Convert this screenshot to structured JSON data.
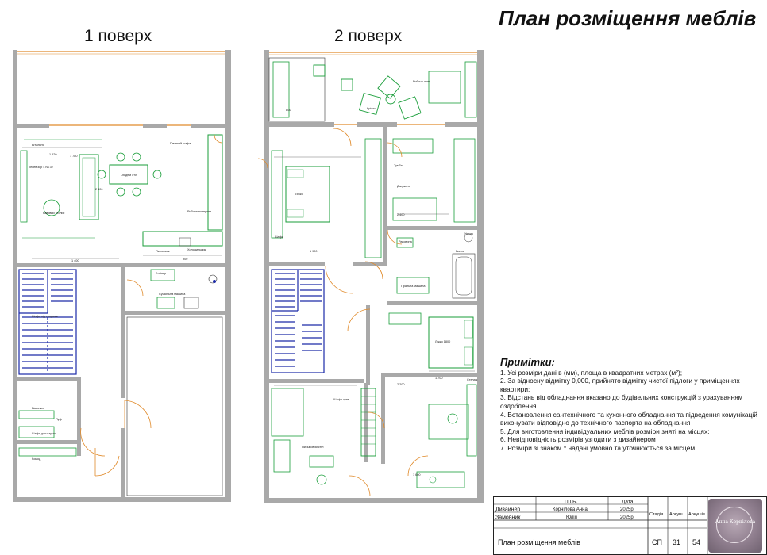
{
  "floor_labels": {
    "first": "1 поверх",
    "second": "2 поверх"
  },
  "title": "План розміщення меблів",
  "notes": {
    "heading": "Примітки:",
    "items": [
      "1. Усі розміри дані в (мм), площа в квадратних метрах (м²);",
      "2. За відносну відмітку 0,000, прийнято відмітку чистої підлоги у приміщеннях квартири;",
      "3. Відстань від обладнання вказано до будівельних конструкцій з урахуванням оздоблення.",
      "4. Встановлення сантехнічного та кухонного обладнання та підведення комунікацій виконувати відповідно до технічного паспорта на обладнання",
      "5. Для виготовлення індивідуальних меблів розміри зняті на місцях;",
      "6. Невідповідність розмірів узгодити з дизайнером",
      "7. Розміри зі знаком * надані умовно та уточнюються за місцем"
    ]
  },
  "title_block": {
    "col_name": "П.І.Б.",
    "col_date": "Дата",
    "designer_role": "Дизайнер",
    "designer_name": "Корнілова Анна",
    "designer_date": "2025р",
    "client_role": "Замовник",
    "client_name": "Юлія",
    "client_date": "2025р",
    "stage_label": "Стадія",
    "sheet_label": "Аркуш",
    "sheets_label": "Аркушів",
    "drawing_name": "План розміщення меблів",
    "stage": "СП",
    "sheet": "31",
    "sheets": "54"
  },
  "logo_text": "Анна Корнілова",
  "plan_labels_first": [
    "Вітальня",
    "1 780",
    "Обідній стіл",
    "Телевізор 4 на 32",
    "Гаманий шафа",
    "Кавовий столик",
    "Робоча поверхня",
    "Холодильник",
    "Пилосмок",
    "Бойлер",
    "Сушильна машина",
    "Шафа під сходами",
    "Шафа для взуття",
    "Вішалка",
    "Пуф",
    "Комод",
    "1 520",
    "2 300",
    "900",
    "1 400"
  ],
  "plan_labels_second": [
    "Ліжко",
    "Робоча зона",
    "Крісло",
    "Шафа",
    "Тумба",
    "Дзеркало",
    "Ванна",
    "Раковина",
    "Унітаз",
    "Пральна машина",
    "Письмовий стіл",
    "Ліжко 1800",
    "2 400",
    "1 700",
    "1 900",
    "Стелаж",
    "Шафа-купе",
    "2 200",
    "1 600",
    "800"
  ],
  "colors": {
    "wall": "#a9a9a9",
    "stair": "#1c2aa8",
    "door": "#e08a2a",
    "furniture": "#1a9e3a",
    "line": "#333333"
  }
}
